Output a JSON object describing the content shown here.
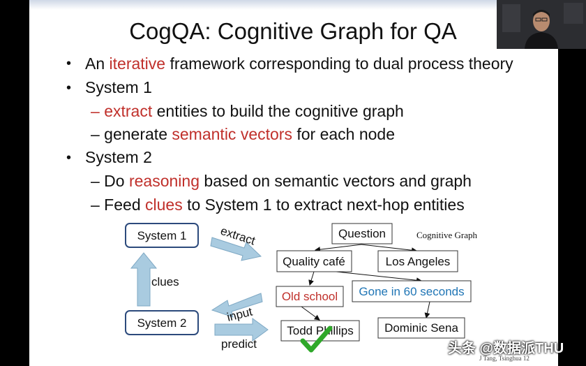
{
  "slide": {
    "title": "CogQA: Cognitive Graph for QA",
    "bullets": [
      {
        "pre": "An ",
        "hl": "iterative",
        "post": " framework corresponding to dual process theory"
      },
      {
        "text": "System 1"
      },
      {
        "dash": "–",
        "hl": "extract",
        "post": " entities to build the cognitive graph"
      },
      {
        "dash": "–",
        "pre": " generate ",
        "hl": "semantic vectors",
        "post": " for each node"
      },
      {
        "text": "System 2"
      },
      {
        "dash": "–",
        "pre": " Do ",
        "hl": "reasoning",
        "post": " based on semantic vectors and graph"
      },
      {
        "dash": "–",
        "pre": " Feed ",
        "hl": "clues",
        "post": " to System 1 to extract next-hop entities"
      }
    ],
    "bullet_char": "•"
  },
  "diagram": {
    "system1": "System 1",
    "system2": "System 2",
    "extract": "extract",
    "clues": "clues",
    "input": "input",
    "predict": "predict",
    "graph_label": "Cognitive Graph",
    "nodes": {
      "question": "Question",
      "quality_cafe": "Quality café",
      "los_angeles": "Los Angeles",
      "old_school": "Old school",
      "gone_in_60": "Gone in 60 seconds",
      "todd_phillips": "Todd Phillips",
      "dominic_sena": "Dominic Sena"
    }
  },
  "footer": {
    "text": "J Tang, Tsinghua     12"
  },
  "watermark": {
    "text": "头条 @数据派THU"
  },
  "colors": {
    "highlight": "#c0302b",
    "arrow_fill": "#a9cbe0",
    "node_blue": "#1f75b5",
    "check": "#2fa82a"
  }
}
